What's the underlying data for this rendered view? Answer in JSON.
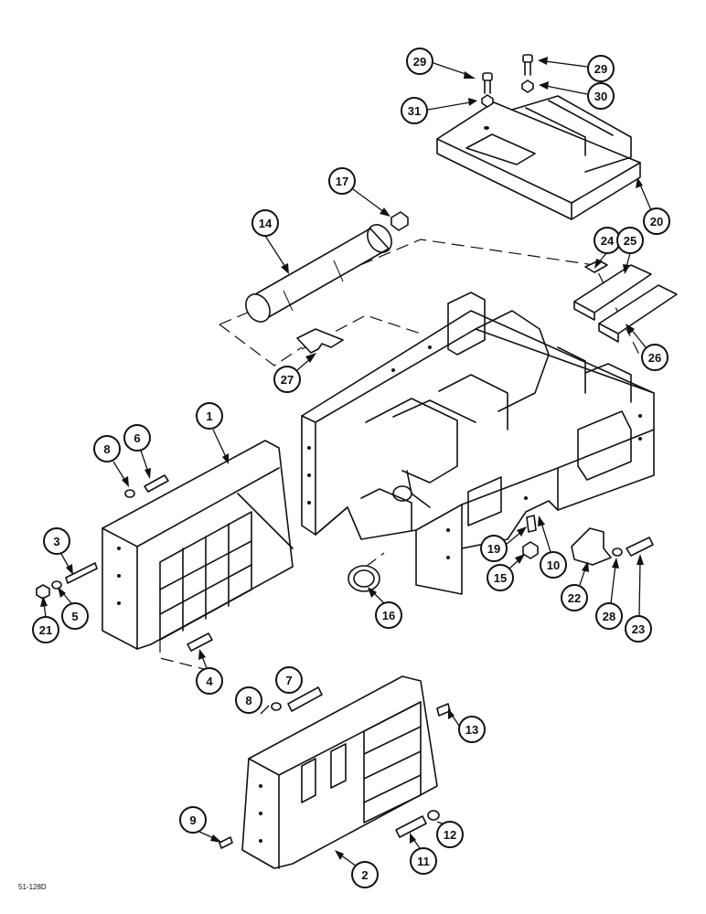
{
  "drawing_code": "51-128D",
  "callouts": [
    {
      "label": "29"
    },
    {
      "label": "29"
    },
    {
      "label": "30"
    },
    {
      "label": "31"
    },
    {
      "label": "20"
    },
    {
      "label": "17"
    },
    {
      "label": "14"
    },
    {
      "label": "24"
    },
    {
      "label": "25"
    },
    {
      "label": "26"
    },
    {
      "label": "27"
    },
    {
      "label": "1"
    },
    {
      "label": "8"
    },
    {
      "label": "6"
    },
    {
      "label": "3"
    },
    {
      "label": "5"
    },
    {
      "label": "21"
    },
    {
      "label": "4"
    },
    {
      "label": "19"
    },
    {
      "label": "15"
    },
    {
      "label": "10"
    },
    {
      "label": "22"
    },
    {
      "label": "28"
    },
    {
      "label": "23"
    },
    {
      "label": "16"
    },
    {
      "label": "7"
    },
    {
      "label": "8"
    },
    {
      "label": "13"
    },
    {
      "label": "9"
    },
    {
      "label": "2"
    },
    {
      "label": "11"
    },
    {
      "label": "12"
    }
  ]
}
